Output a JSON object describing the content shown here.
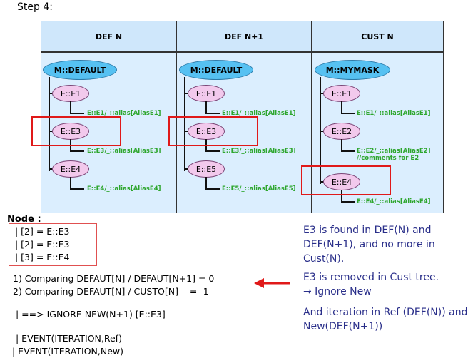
{
  "step_title": "Step 4:",
  "columns": [
    {
      "header": "DEF N"
    },
    {
      "header": "DEF N+1"
    },
    {
      "header": "CUST N"
    }
  ],
  "trees": {
    "col1": {
      "root": "M::DEFAULT",
      "nodes": [
        {
          "label": "E::E1",
          "alias": "E::E1/_::alias[AliasE1]"
        },
        {
          "label": "E::E3",
          "alias": "E::E3/_::alias[AliasE3]"
        },
        {
          "label": "E::E4",
          "alias": "E::E4/_::alias[AliasE4]"
        }
      ]
    },
    "col2": {
      "root": "M::DEFAULT",
      "nodes": [
        {
          "label": "E::E1",
          "alias": "E::E1/_::alias[AliasE1]"
        },
        {
          "label": "E::E3",
          "alias": "E::E3/_::alias[AliasE3]"
        },
        {
          "label": "E::E5",
          "alias": "E::E5/_::alias[AliasE5]"
        }
      ]
    },
    "col3": {
      "root": "M::MYMASK",
      "nodes": [
        {
          "label": "E::E1",
          "alias": "E::E1/_::alias[AliasE1]"
        },
        {
          "label": "E::E2",
          "alias": "E::E2/_::alias[AliasE2]",
          "comment": "//comments for E2"
        },
        {
          "label": "E::E4",
          "alias": "E::E4/_::alias[AliasE4]"
        }
      ]
    }
  },
  "node_section": {
    "label": "Node :",
    "items": [
      "| [2] = E::E3",
      "| [2] = E::E3",
      "| [3] = E::E4"
    ]
  },
  "comparisons": {
    "line1": "1) Comparing DEFAUT[N] / DEFAUT[N+1] = 0",
    "line2": "2) Comparing DEFAUT[N] / CUSTO[N]    = -1",
    "ignore": "| ==> IGNORE NEW(N+1) [E::E3]",
    "event1": "| EVENT(ITERATION,Ref)",
    "event2": "| EVENT(ITERATION,New)"
  },
  "notes": {
    "note1": "E3 is found in DEF(N) and DEF(N+1), and no more in Cust(N).",
    "note2a": "E3 is removed in Cust tree.",
    "note2b": "→ Ignore New",
    "note3": "And iteration in Ref (DEF(N)) and New(DEF(N+1))"
  },
  "colors": {
    "root_fill": "#56c1f2",
    "node_fill": "#f2c9ec",
    "alias_text": "#2ea62e",
    "highlight": "#e01919",
    "note_text": "#2a2f8a"
  }
}
